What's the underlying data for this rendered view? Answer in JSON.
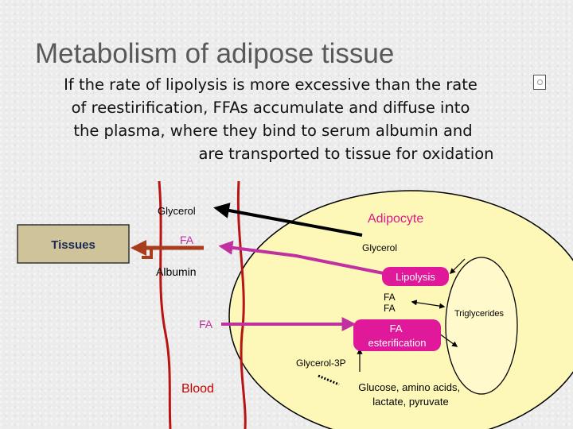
{
  "slide": {
    "title": "Metabolism of adipose tissue",
    "body_lines": [
      "If the rate of lipolysis is more excessive than the rate",
      "of reestirification, FFAs accumulate and diffuse into",
      "the plasma, where they bind to serum albumin and",
      "are transported to tissue for oxidation"
    ]
  },
  "diagram": {
    "tissues_label": "Tissues",
    "blood_glycerol_label": "Glycerol",
    "blood_fa_label": "FA",
    "albumin_label": "Albumin",
    "blood_fa2_label": "FA",
    "blood_label": "Blood",
    "adipocyte_label": "Adipocyte",
    "cell_glycerol_label": "Glycerol",
    "lipolysis_label": "Lipolysis",
    "fa_top_label": "FA",
    "fa_bottom_label": "FA",
    "triglycerides_label": "Triglycerides",
    "esterification_label": "FA\nesterification",
    "glycerol3p_label": "Glycerol-3P",
    "glucose_label": "Glucose, amino acids,\nlactate, pyruvate"
  },
  "colors": {
    "title": "#595959",
    "cell_fill": "#fdf8b8",
    "pill_fill": "#e0189a",
    "fa_arrow": "#c030a0",
    "blood_vessel": "#b81414",
    "tissue_arrow": "#a83c1c",
    "tissues_box": "#cfc39a",
    "adipocyte_text": "#dd1888",
    "blood_text": "#cc0000"
  }
}
